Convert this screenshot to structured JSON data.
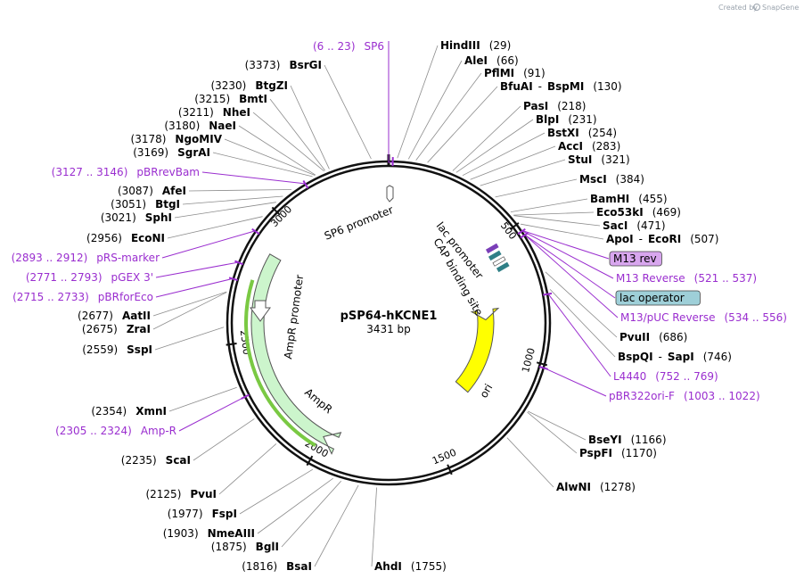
{
  "brand": {
    "prefix": "Created by",
    "name": "SnapGene"
  },
  "plasmid": {
    "name": "pSP64-hKCNE1",
    "length": "3431 bp"
  },
  "ruler": [
    {
      "label": "500",
      "pos": 500
    },
    {
      "label": "1000",
      "pos": 1000
    },
    {
      "label": "1500",
      "pos": 1500
    },
    {
      "label": "2000",
      "pos": 2000
    },
    {
      "label": "2500",
      "pos": 2500
    },
    {
      "label": "3000",
      "pos": 3000
    }
  ],
  "features": {
    "sp6_promoter": "SP6 promoter",
    "lac_promoter": "lac promoter",
    "cap_site": "CAP binding site",
    "ori": "ori",
    "ampr": "AmpR",
    "ampr_promoter": "AmpR promoter"
  },
  "right_labels": [
    {
      "id": "hindiii",
      "name": "HindIII",
      "pos": "(29)",
      "site": 29
    },
    {
      "id": "alei",
      "name": "AleI",
      "pos": "(66)",
      "site": 66
    },
    {
      "id": "pflmi",
      "name": "PflMI",
      "pos": "(91)",
      "site": 91
    },
    {
      "id": "bfuai",
      "name": "BfuAI",
      "name2": "BspMI",
      "pos": "(130)",
      "site": 130
    },
    {
      "id": "pasi",
      "name": "PasI",
      "pos": "(218)",
      "site": 218
    },
    {
      "id": "blpi",
      "name": "BlpI",
      "pos": "(231)",
      "site": 231
    },
    {
      "id": "bstxi",
      "name": "BstXI",
      "pos": "(254)",
      "site": 254
    },
    {
      "id": "acci",
      "name": "AccI",
      "pos": "(283)",
      "site": 283
    },
    {
      "id": "stui",
      "name": "StuI",
      "pos": "(321)",
      "site": 321
    },
    {
      "id": "msci",
      "name": "MscI",
      "pos": "(384)",
      "site": 384
    },
    {
      "id": "bamhi",
      "name": "BamHI",
      "pos": "(455)",
      "site": 455
    },
    {
      "id": "eco53ki",
      "name": "Eco53kI",
      "pos": "(469)",
      "site": 469
    },
    {
      "id": "saci",
      "name": "SacI",
      "pos": "(471)",
      "site": 471
    },
    {
      "id": "apoi",
      "name": "ApoI",
      "name2": "EcoRI",
      "pos": "(507)",
      "site": 507
    },
    {
      "id": "pvuii",
      "name": "PvuII",
      "pos": "(686)",
      "site": 686
    },
    {
      "id": "bspqi",
      "name": "BspQI",
      "name2": "SapI",
      "pos": "(746)",
      "site": 746
    },
    {
      "id": "bseyi",
      "name": "BseYI",
      "pos": "(1166)",
      "site": 1166
    },
    {
      "id": "pspfi",
      "name": "PspFI",
      "pos": "(1170)",
      "site": 1170
    },
    {
      "id": "alwni",
      "name": "AlwNI",
      "pos": "(1278)",
      "site": 1278
    },
    {
      "id": "ahdi",
      "name": "AhdI",
      "pos": "(1755)",
      "site": 1755
    }
  ],
  "left_labels": [
    {
      "id": "bsrgi",
      "name": "BsrGI",
      "pos": "(3373)",
      "site": 3373
    },
    {
      "id": "btgzi",
      "name": "BtgZI",
      "pos": "(3230)",
      "site": 3230
    },
    {
      "id": "bmti",
      "name": "BmtI",
      "pos": "(3215)",
      "site": 3215
    },
    {
      "id": "nhei",
      "name": "NheI",
      "pos": "(3211)",
      "site": 3211
    },
    {
      "id": "naei",
      "name": "NaeI",
      "pos": "(3180)",
      "site": 3180
    },
    {
      "id": "ngomiv",
      "name": "NgoMIV",
      "pos": "(3178)",
      "site": 3178
    },
    {
      "id": "sgrai",
      "name": "SgrAI",
      "pos": "(3169)",
      "site": 3169
    },
    {
      "id": "afei",
      "name": "AfeI",
      "pos": "(3087)",
      "site": 3087
    },
    {
      "id": "btgi",
      "name": "BtgI",
      "pos": "(3051)",
      "site": 3051
    },
    {
      "id": "sphi",
      "name": "SphI",
      "pos": "(3021)",
      "site": 3021
    },
    {
      "id": "econi",
      "name": "EcoNI",
      "pos": "(2956)",
      "site": 2956
    },
    {
      "id": "aatii",
      "name": "AatII",
      "pos": "(2677)",
      "site": 2677
    },
    {
      "id": "zrai",
      "name": "ZraI",
      "pos": "(2675)",
      "site": 2675
    },
    {
      "id": "sspi",
      "name": "SspI",
      "pos": "(2559)",
      "site": 2559
    },
    {
      "id": "xmni",
      "name": "XmnI",
      "pos": "(2354)",
      "site": 2354
    },
    {
      "id": "scai",
      "name": "ScaI",
      "pos": "(2235)",
      "site": 2235
    },
    {
      "id": "pvui",
      "name": "PvuI",
      "pos": "(2125)",
      "site": 2125
    },
    {
      "id": "fspi",
      "name": "FspI",
      "pos": "(1977)",
      "site": 1977
    },
    {
      "id": "nmeaiii",
      "name": "NmeAIII",
      "pos": "(1903)",
      "site": 1903
    },
    {
      "id": "bgli",
      "name": "BglI",
      "pos": "(1875)",
      "site": 1875
    },
    {
      "id": "bsai",
      "name": "BsaI",
      "pos": "(1816)",
      "site": 1816
    }
  ],
  "primers": [
    {
      "id": "sp6",
      "name": "SP6",
      "range": "(6 .. 23)",
      "site": 14
    },
    {
      "id": "m13rev",
      "name": "M13 rev",
      "range": "",
      "site": 527,
      "boxed": "#d8a6ee"
    },
    {
      "id": "m13reverse",
      "name": "M13 Reverse",
      "range": "(521 .. 537)",
      "site": 529
    },
    {
      "id": "lacop",
      "name": "lac operator",
      "range": "",
      "site": 545,
      "boxed": "#9ecfd8"
    },
    {
      "id": "m13puc",
      "name": "M13/pUC Reverse",
      "range": "(534 .. 556)",
      "site": 545
    },
    {
      "id": "l4440",
      "name": "L4440",
      "range": "(752 .. 769)",
      "site": 760
    },
    {
      "id": "pbr322ori",
      "name": "pBR322ori-F",
      "range": "(1003 .. 1022)",
      "site": 1012
    },
    {
      "id": "pbrrevbam",
      "name": "pBRrevBam",
      "range": "(3127 .. 3146)",
      "site": 3136
    },
    {
      "id": "prsmarker",
      "name": "pRS-marker",
      "range": "(2893 .. 2912)",
      "site": 2902
    },
    {
      "id": "pgex3",
      "name": "pGEX 3'",
      "range": "(2771 .. 2793)",
      "site": 2782
    },
    {
      "id": "pbrforeco",
      "name": "pBRforEco",
      "range": "(2715 .. 2733)",
      "site": 2724
    },
    {
      "id": "ampr_primer",
      "name": "Amp-R",
      "range": "(2305 .. 2324)",
      "site": 2314
    }
  ],
  "colors": {
    "ori": "#ffff00",
    "ampr": "#ccf5cc",
    "primer": "#9a2ecf",
    "lac_operator": "#2f7f86",
    "m13": "#7a3fb8"
  }
}
